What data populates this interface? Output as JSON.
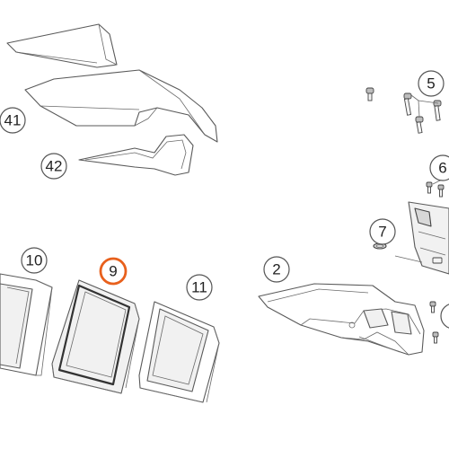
{
  "callouts": [
    {
      "id": "41",
      "label": "41",
      "highlighted": false
    },
    {
      "id": "42",
      "label": "42",
      "highlighted": false
    },
    {
      "id": "5",
      "label": "5",
      "highlighted": false
    },
    {
      "id": "6",
      "label": "6",
      "highlighted": false
    },
    {
      "id": "7",
      "label": "7",
      "highlighted": false
    },
    {
      "id": "10",
      "label": "10",
      "highlighted": false
    },
    {
      "id": "9",
      "label": "9",
      "highlighted": true
    },
    {
      "id": "11",
      "label": "11",
      "highlighted": false
    },
    {
      "id": "2",
      "label": "2",
      "highlighted": false
    }
  ],
  "colors": {
    "highlight": "#e8601c",
    "line": "#5a5a5a",
    "background": "#ffffff"
  }
}
